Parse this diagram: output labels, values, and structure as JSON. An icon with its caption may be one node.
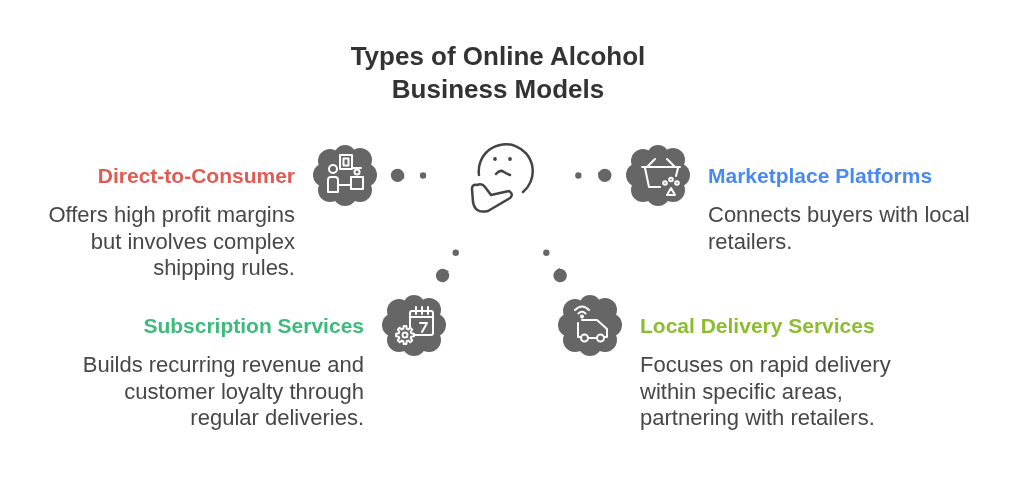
{
  "diagram": {
    "title": "Types of Online Alcohol Business Models",
    "nodes": [
      {
        "text": [
          "Direct-to-Consumer",
          "Offers high profit margins but involves complex shipping rules."
        ]
      },
      {
        "text": [],
        "shape": "picture"
      },
      {
        "text": [
          "Marketplace Platforms",
          "Connects buyers with local retailers."
        ]
      },
      {
        "text": [
          "Subscription Services",
          "Builds recurring revenue and customer loyalty through regular deliveries."
        ]
      },
      {
        "text": [
          "Local Delivery Services",
          "Focuses on rapid delivery within specific areas, partnering with retailers."
        ]
      }
    ],
    "edges": [
      {
        "from": 1,
        "to": 0,
        "arrow": "none",
        "style": "dashed"
      },
      {
        "from": 1,
        "to": 2,
        "arrow": "none",
        "style": "dashed"
      },
      {
        "from": 1,
        "to": 3,
        "arrow": "none",
        "style": "dashed"
      },
      {
        "from": 1,
        "to": 4,
        "arrow": "none",
        "style": "dashed"
      }
    ]
  }
}
